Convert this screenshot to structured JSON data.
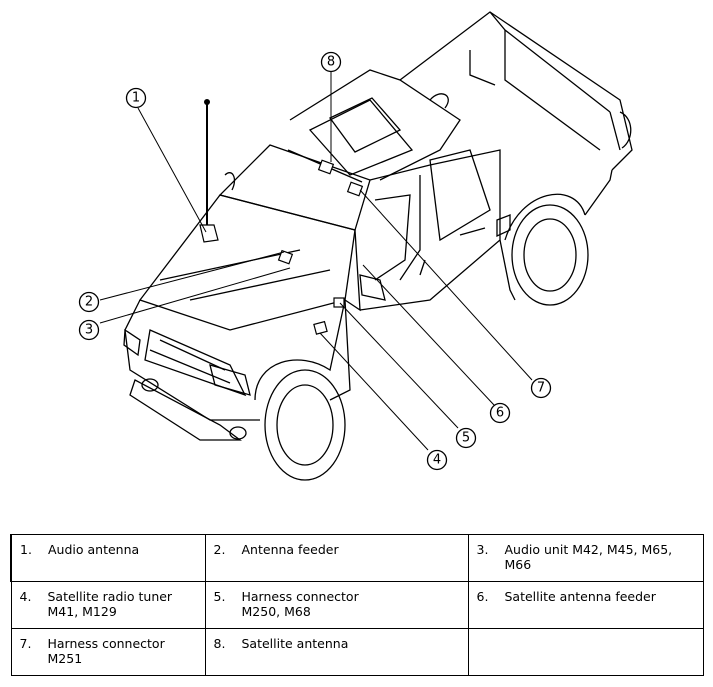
{
  "callouts": [
    "1",
    "2",
    "3",
    "4",
    "5",
    "6",
    "7",
    "8"
  ],
  "legend": [
    [
      {
        "num": "1.",
        "label": "Audio antenna"
      },
      {
        "num": "2.",
        "label": "Antenna feeder"
      },
      {
        "num": "3.",
        "label": "Audio unit M42, M45, M65,\nM66"
      }
    ],
    [
      {
        "num": "4.",
        "label": "Satellite radio tuner\nM41, M129"
      },
      {
        "num": "5.",
        "label": "Harness connector\nM250, M68"
      },
      {
        "num": "6.",
        "label": "Satellite antenna feeder"
      }
    ],
    [
      {
        "num": "7.",
        "label": "Harness connector\nM251"
      },
      {
        "num": "8.",
        "label": "Satellite antenna"
      },
      {
        "num": "",
        "label": ""
      }
    ]
  ]
}
